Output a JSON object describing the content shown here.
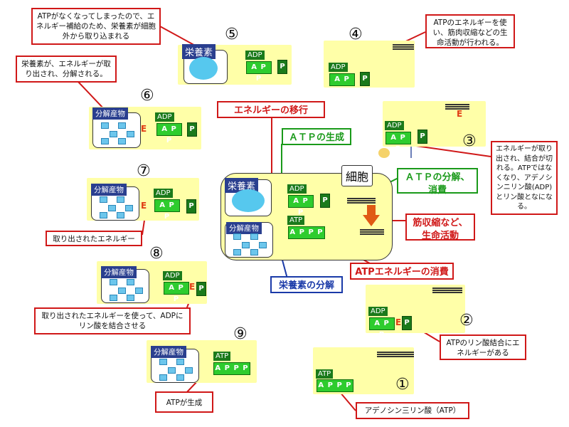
{
  "numbers": {
    "n1": "①",
    "n2": "②",
    "n3": "③",
    "n4": "④",
    "n5": "⑤",
    "n6": "⑥",
    "n7": "⑦",
    "n8": "⑧",
    "n9": "⑨"
  },
  "callouts": {
    "c5": "ATPがなくなってしまったので、エネルギー補給のため、栄養素が細胞外から取り込まれる",
    "c4": "ATPのエネルギーを使い、筋肉収縮などの生命活動が行われる。",
    "c6": "栄養素が、エネルギーが取り出され、分解される。",
    "energy_transfer": "エネルギーの移行",
    "atp_synthesis": "ＡＴＰの生成",
    "atp_breakdown": "ＡＴＰの分解、消費",
    "c3": "エネルギーが取り出され、結合が切れる。ATPではなくなり、アデノシンニリン酸(ADP)とリン酸となになる。",
    "c7": "取り出されたエネルギー",
    "muscle": "筋収縮など、生命活動",
    "atp_energy_use": "ATPエネルギーの消費",
    "nutrient_breakdown": "栄養素の分解",
    "c8": "取り出されたエネルギーを使って、ADPにリン酸を結合させる",
    "c2": "ATPのリン酸結合にエネルギーがある",
    "c9": "ATPが生成",
    "c1": "アデノシン三リン酸（ATP）"
  },
  "labels": {
    "cell": "細胞",
    "nutrient": "栄養素",
    "breakdown_product": "分解産物",
    "adp": "ADP",
    "atp": "ATP",
    "a_p_p": "A P P",
    "a_p_p_p": "A P P P",
    "p": "P",
    "e": "E"
  },
  "colors": {
    "red": "#d01818",
    "green": "#1a9a1a",
    "blue": "#1a3aa8",
    "panel": "#ffffa8",
    "molecule": "#2ecc2e"
  }
}
